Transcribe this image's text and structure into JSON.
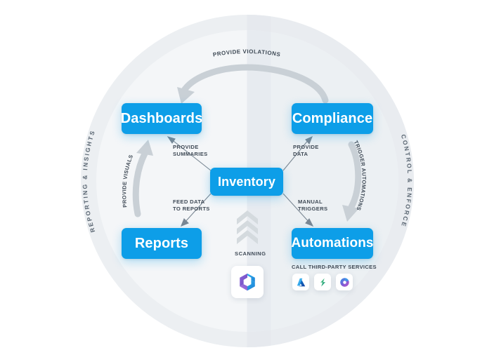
{
  "diagram": {
    "title_left_arc": "REPORTING & INSIGHTS",
    "title_right_arc": "CONTROL & ENFORCE",
    "nodes": {
      "dashboards": "Dashboards",
      "compliance": "Compliance",
      "reports": "Reports",
      "automations": "Automations",
      "inventory": "Inventory"
    },
    "edge_labels": {
      "provide_violations": "PROVIDE VIOLATIONS",
      "provide_visuals": "PROVIDE VISUALS",
      "trigger_automations": "TRIGGER AUTOMATIONS",
      "provide_summaries": "PROVIDE\nSUMMARIES",
      "provide_data": "PROVIDE\nDATA",
      "feed_data_to_reports": "FEED DATA\nTO REPORTS",
      "manual_triggers": "MANUAL\nTRIGGERS",
      "scanning": "SCANNING",
      "call_third_party_services": "CALL THIRD-PARTY SERVICES"
    },
    "icons": {
      "m365": "microsoft-365-logo",
      "azure": "azure-logo",
      "power_automate": "power-automate-logo",
      "copilot": "copilot-logo"
    },
    "colors": {
      "node_blue": "#0d9ee8",
      "arrow_grey": "#c9d0d6",
      "thin_arrow": "#7a8793",
      "label_text": "#3f4a56",
      "arc_text": "#5b6773",
      "circle_light": "#f4f6f8",
      "circle_mid": "#eef1f4",
      "circle_ring": "#e8ecef"
    }
  }
}
